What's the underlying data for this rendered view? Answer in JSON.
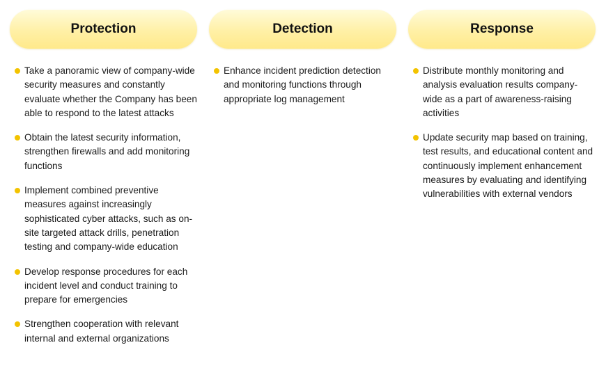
{
  "columns": [
    {
      "title": "Protection",
      "items": [
        "Take a panoramic view of company-wide security measures and constantly evaluate whether the Company has been able to respond to the latest attacks",
        "Obtain the latest security information, strengthen firewalls and add monitoring functions",
        "Implement combined preventive measures against increasingly sophisticated cyber attacks, such as on-site targeted attack drills, penetration testing and company-wide education",
        "Develop response procedures for each incident level and conduct training to prepare for emergencies",
        "Strengthen cooperation with relevant internal and external organizations"
      ]
    },
    {
      "title": "Detection",
      "items": [
        "Enhance incident prediction detection and monitoring functions through appropriate log management"
      ]
    },
    {
      "title": "Response",
      "items": [
        "Distribute monthly monitoring and analysis evaluation results company-wide as a part of awareness-raising activities",
        "Update security map based on training, test results, and educational content and continuously implement enhancement measures by evaluating and identifying vulnerabilities with external vendors"
      ]
    }
  ],
  "colors": {
    "bullet": "#f3c300",
    "header_fill": "#fff0a6"
  }
}
